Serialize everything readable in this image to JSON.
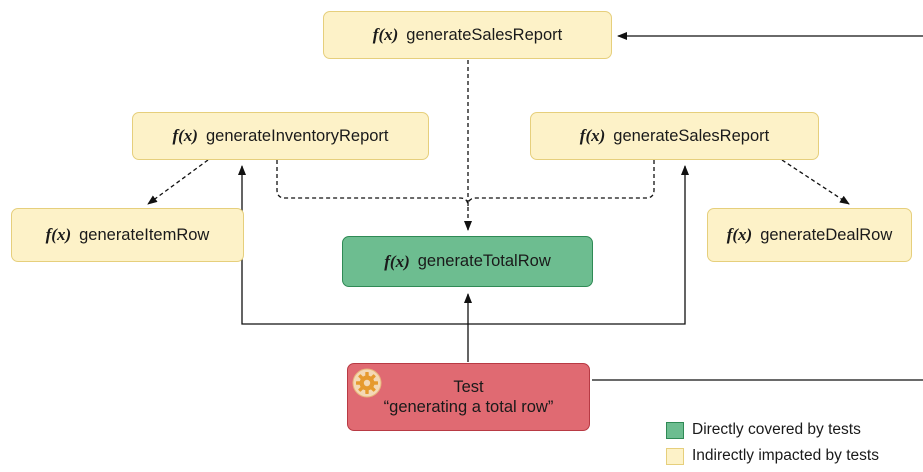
{
  "nodes": {
    "top": {
      "fx": "f(x)",
      "label": "generateSalesReport"
    },
    "inventory": {
      "fx": "f(x)",
      "label": "generateInventoryReport"
    },
    "sales": {
      "fx": "f(x)",
      "label": "generateSalesReport"
    },
    "item_row": {
      "fx": "f(x)",
      "label": "generateItemRow"
    },
    "total_row": {
      "fx": "f(x)",
      "label": "generateTotalRow"
    },
    "deal_row": {
      "fx": "f(x)",
      "label": "generateDealRow"
    },
    "test": {
      "title": "Test",
      "subtitle": "“generating a total row”",
      "icon": "gear-icon"
    }
  },
  "legend": [
    {
      "label": "Directly covered by tests",
      "color": "#6dbd90"
    },
    {
      "label": "Indirectly impacted by tests",
      "color": "#fdf2c8"
    }
  ],
  "colors": {
    "indirect": "#fdf2c8",
    "direct": "#6dbd90",
    "test": "#e06a72"
  }
}
